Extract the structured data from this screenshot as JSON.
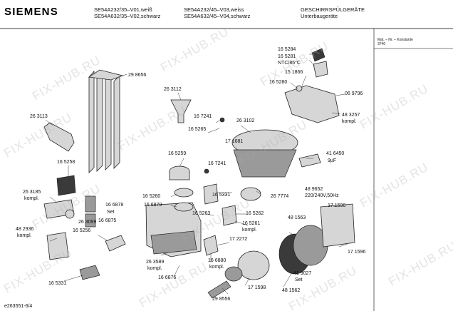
{
  "brand": "SIEMENS",
  "header": {
    "models_col1": [
      "SE54A232/35–V01,weiß",
      "SE54A632/35–V02,schwarz"
    ],
    "models_col2": [
      "SE54A232/45–V03,weiss",
      "SE54A632/45–V04,schwarz"
    ],
    "title": "GESCHIRRSPÜLGERÄTE",
    "subtitle": "Unterbaugeräte",
    "matnr_line1": "Mat. – Nr. – Konstante",
    "matnr_line2": "3740"
  },
  "parts": {
    "p298656": "29 8656",
    "p263113": "26 3113",
    "p263112": "26 3112",
    "p165258": "16 5258",
    "p263185": "26 3185",
    "kompl_a": "kompl.",
    "p482936": "48 2936",
    "kompl_b": "kompl.",
    "p165331a": "16 5331",
    "p165256": "16 5256",
    "p166875": "16 6875",
    "p263099": "26 3099",
    "p166878": "16 6878",
    "set_a": "Set",
    "p165259": "16 5259",
    "p165260": "16 5260",
    "p166879": "16 6879",
    "p263589": "26 3589",
    "kompl_c": "kompl.",
    "p166876": "16 6876",
    "p167241a": "16 7241",
    "p165265": "16 5265",
    "p167241b": "16 7241",
    "p263102": "26 3102",
    "p171681": "17 1681",
    "p165331b": "16 5331",
    "p165263": "16 5263",
    "p165262": "16 5262",
    "p165261": "16 5261",
    "kompl_d": "kompl.",
    "p267774": "26 7774",
    "p172272": "17 2272",
    "p166880": "16 6880",
    "kompl_e": "kompl.",
    "p171598": "17 1598",
    "p298556": "29 8556",
    "p481562": "48 1562",
    "p419027": "41 9027",
    "set_b": "Set",
    "p481563": "48 1563",
    "p165284": "16 5284",
    "p165281": "16 5281",
    "ntc": "NTC/85°C",
    "p151866": "15 1866",
    "p165280": "16 5280",
    "p069796": "06 9796",
    "p483257": "48 3257",
    "kompl_f": "kompl.",
    "p416450": "41 6450",
    "cap": "9µF",
    "p489652": "48 9652",
    "voltage": "220/240V,50Hz",
    "p171596a": "17 1596",
    "p171596b": "17 1596"
  },
  "footer": {
    "docid": "e263551-6/4"
  },
  "watermark": "FIX-HUB.RU"
}
